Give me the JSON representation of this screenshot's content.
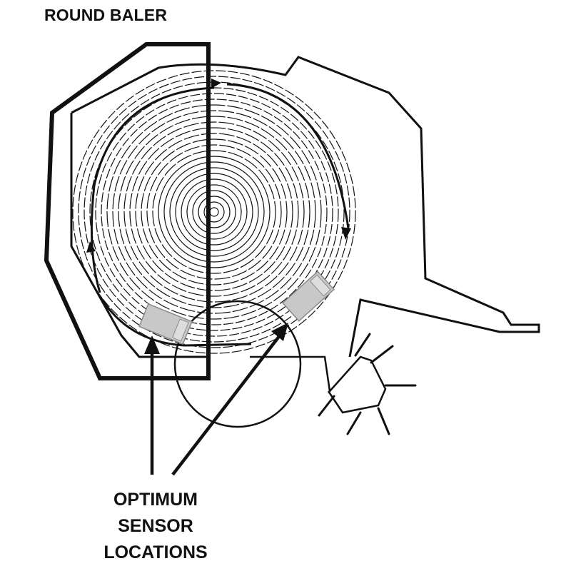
{
  "title": "ROUND BALER",
  "callout": {
    "lines": [
      "OPTIMUM",
      "SENSOR",
      "LOCATIONS"
    ]
  },
  "colors": {
    "line": "#111111",
    "sensor_fill": "#c8c8c8",
    "sensor_stroke": "#8a8a8a",
    "background": "#ffffff"
  },
  "icons": {
    "sensor": "rectangular-sensor-block",
    "arrow": "arrowhead"
  }
}
